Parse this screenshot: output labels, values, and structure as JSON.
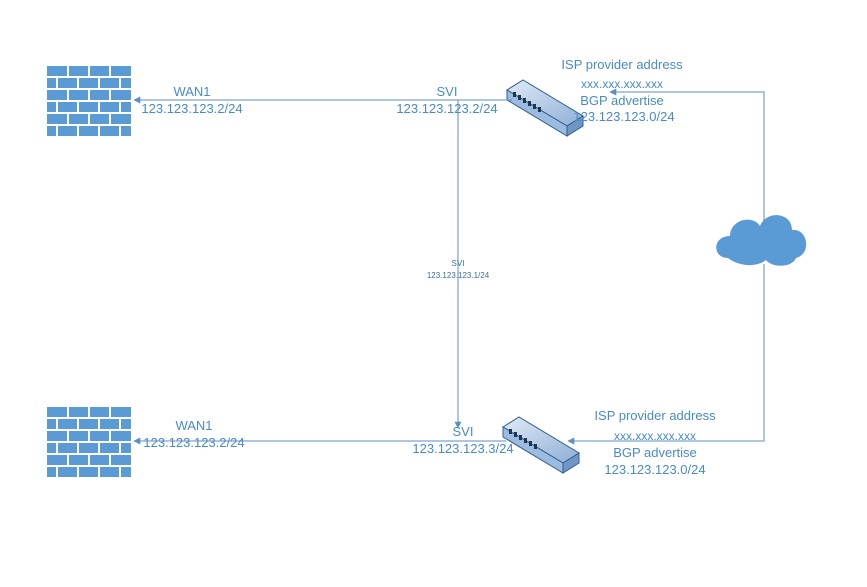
{
  "top": {
    "wan_label": "WAN1",
    "wan_ip": "123.123.123.2/24",
    "svi_label": "SVI",
    "svi_ip": "123.123.123.2/24",
    "isp_label": "ISP provider address",
    "isp_address": "xxx.xxx.xxx.xxx",
    "bgp_label": "BGP advertise",
    "bgp_prefix": "123.123.123.0/24"
  },
  "middle": {
    "svi_label": "SVI",
    "svi_ip": "123.123.123.1/24"
  },
  "bottom": {
    "wan_label": "WAN1",
    "wan_ip": "123.123.123.2/24",
    "svi_label": "SVI",
    "svi_ip": "123.123.123.3/24",
    "isp_label": "ISP provider address",
    "isp_address": "xxx.xxx.xxx.xxx",
    "bgp_label": "BGP advertise",
    "bgp_prefix": "123.123.123.0/24"
  },
  "colors": {
    "line": "#5b8fc6",
    "firewall": "#5b9bd5",
    "cloud": "#5b9bd5",
    "switch_body": "#a9c4e3",
    "switch_edge": "#2f5f8f"
  }
}
